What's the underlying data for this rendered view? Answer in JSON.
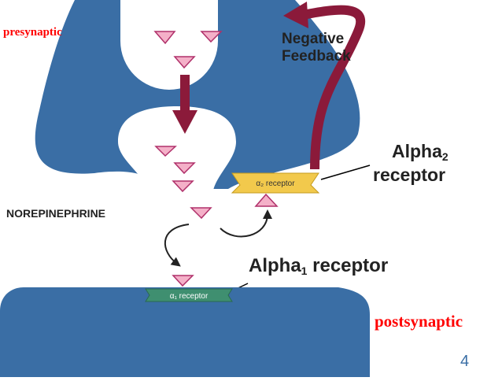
{
  "labels": {
    "presynaptic": "presynaptic",
    "postsynaptic": "postsynaptic",
    "negative_feedback_line1": "Negative",
    "negative_feedback_line2": "Feedback",
    "alpha2_name": "Alpha",
    "alpha2_sub": "2",
    "alpha2_line2": "receptor",
    "alpha1_name": "Alpha",
    "alpha1_sub": "1",
    "alpha1_rest": " receptor",
    "norepinephrine": "NOREPINEPHRINE",
    "alpha2_receptor_tag": "α₂ receptor",
    "alpha1_receptor_tag": "α₁ receptor",
    "page_number": "4"
  },
  "colors": {
    "neuron": "#3a6ea5",
    "neuron_dark": "#2b5a8c",
    "vesicle": "#ffffff",
    "transmitter": "#f4b0c8",
    "transmitter_stroke": "#b0306a",
    "arrow": "#8b1a3a",
    "red_text": "#ff0000",
    "alpha2_receptor": "#f2c94c",
    "alpha1_receptor": "#3f8f70"
  }
}
